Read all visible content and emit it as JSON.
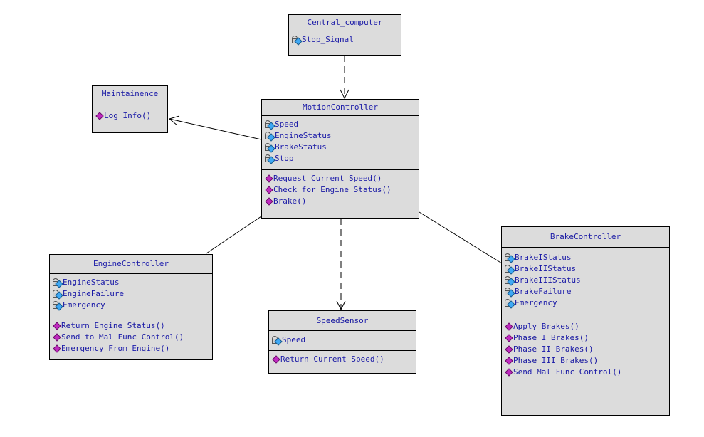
{
  "colors": {
    "text": "#1a1aa6",
    "attribute_icon": "#3fa9f5",
    "operation_icon": "#c02ac0",
    "line": "#000000"
  },
  "classes": {
    "central_computer": {
      "name": "Central_computer",
      "attributes": [
        "Stop_Signal"
      ],
      "operations": []
    },
    "maintainence": {
      "name": "Maintainence",
      "attributes": [],
      "operations": [
        "Log Info()"
      ]
    },
    "motion_controller": {
      "name": "MotionController",
      "attributes": [
        "Speed",
        "EngineStatus",
        "BrakeStatus",
        "Stop"
      ],
      "operations": [
        "Request Current Speed()",
        "Check for Engine Status()",
        "Brake()"
      ]
    },
    "engine_controller": {
      "name": "EngineController",
      "attributes": [
        "EngineStatus",
        "EngineFailure",
        "Emergency"
      ],
      "operations": [
        "Return Engine Status()",
        "Send to Mal Func Control()",
        "Emergency From Engine()"
      ]
    },
    "speed_sensor": {
      "name": "SpeedSensor",
      "attributes": [
        "Speed"
      ],
      "operations": [
        "Return Current Speed()"
      ]
    },
    "brake_controller": {
      "name": "BrakeController",
      "attributes": [
        "BrakeIStatus",
        "BrakeIIStatus",
        "BrakeIIIStatus",
        "BrakeFailure",
        "Emergency"
      ],
      "operations": [
        "Apply Brakes()",
        "Phase I Brakes()",
        "Phase II Brakes()",
        "Phase III Brakes()",
        "Send Mal Func Control()"
      ]
    }
  },
  "relationships": [
    {
      "from": "central_computer",
      "to": "motion_controller",
      "kind": "dependency"
    },
    {
      "from": "motion_controller",
      "to": "maintainence",
      "kind": "directed-association"
    },
    {
      "from": "motion_controller",
      "to": "speed_sensor",
      "kind": "dependency"
    },
    {
      "from": "motion_controller",
      "to": "engine_controller",
      "kind": "association"
    },
    {
      "from": "motion_controller",
      "to": "brake_controller",
      "kind": "association"
    }
  ]
}
